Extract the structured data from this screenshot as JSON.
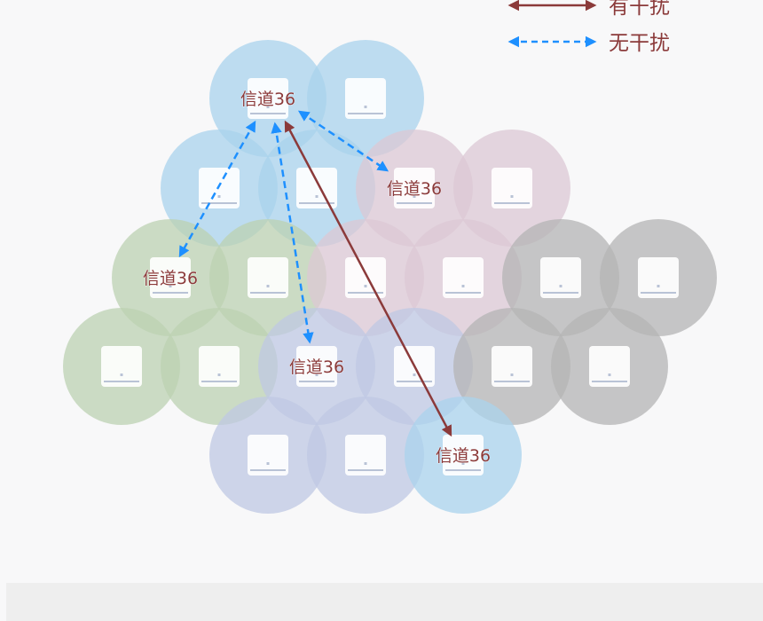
{
  "legend": {
    "interference": {
      "label": "有干扰",
      "color": "#8b3a3a"
    },
    "no_interference": {
      "label": "无干扰",
      "color": "#1e90ff"
    }
  },
  "channel_labels": [
    "信道36",
    "信道36",
    "信道36",
    "信道36",
    "信道36"
  ],
  "colors": {
    "blue": "#a9d3ec",
    "pink": "#dcc8d4",
    "green": "#bcd2b2",
    "gray": "#b4b4b4",
    "lavender": "#bfc8e3",
    "device": "#ffffff"
  }
}
